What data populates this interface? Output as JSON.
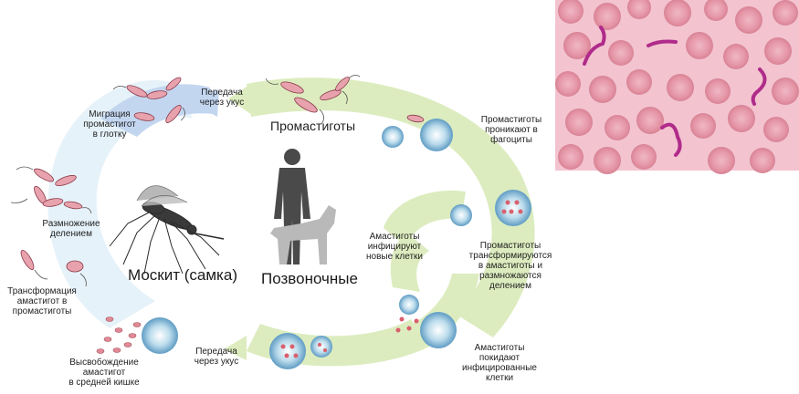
{
  "diagram": {
    "colors": {
      "mosquito_arc_blue": "#c9dbf2",
      "mosquito_arc_light": "#e3f0f8",
      "host_arc_green": "#d9ebb8",
      "promastigote_pink": "#e7a0ad",
      "macrophage_blue": "#8fbfdc",
      "amastigote_red": "#d25a64",
      "micrograph_bg": "#f2c0cf",
      "rbc": "#e69aa9",
      "parasite": "#b7278a"
    },
    "mosquito": {
      "label": "Москит (самка)"
    },
    "host": {
      "label": "Позвоночные"
    },
    "promastigotes": {
      "label": "Промастиготы"
    },
    "labels": {
      "bite_top": "Передача\nчерез укус",
      "migration": "Миграция\nпромастигот\nв глотку",
      "division": "Размножение\nделением",
      "transformation": "Трансформация\nамастигот в\nпромастиготы",
      "release": "Высвобождение\nамастигот\nв средней кишке",
      "bite_bottom": "Передача\nчерез укус",
      "phagocytes": "Промастиготы\nпроникают в\nфагоциты",
      "infect_new": "Амастиготы\nинфицируют\nновые клетки",
      "transform_multiply": "Промастиготы\nтрансформируются\nв амастиготы и\nразмножаются\nделением",
      "leave_cells": "Амастиготы\nпокидают\nинфицированные\nклетки"
    }
  }
}
